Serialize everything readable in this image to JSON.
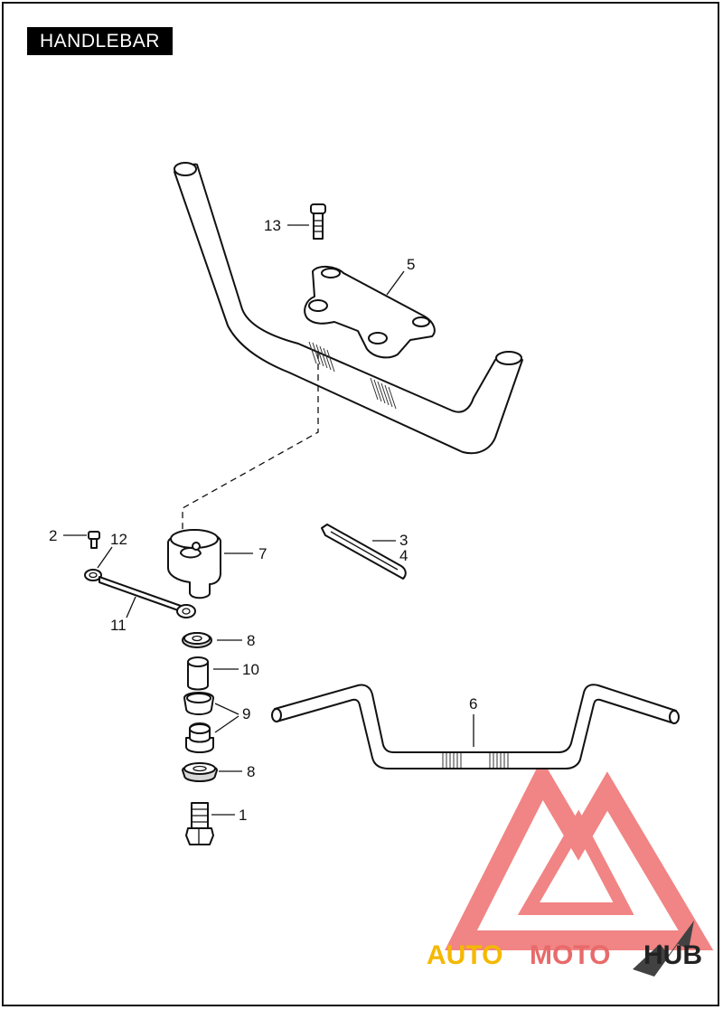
{
  "title": "HANDLEBAR",
  "callouts": {
    "c1": "1",
    "c2": "2",
    "c3": "3",
    "c4": "4",
    "c5": "5",
    "c6": "6",
    "c7": "7",
    "c8a": "8",
    "c8b": "8",
    "c9": "9",
    "c10": "10",
    "c11": "11",
    "c12": "12",
    "c13": "13"
  },
  "watermark": {
    "text_auto": "AUTO",
    "text_moto": "MOTO",
    "text_hub": "HUB",
    "color_auto": "#f5b800",
    "color_moto": "#e86a6a",
    "color_hub": "#222222"
  }
}
